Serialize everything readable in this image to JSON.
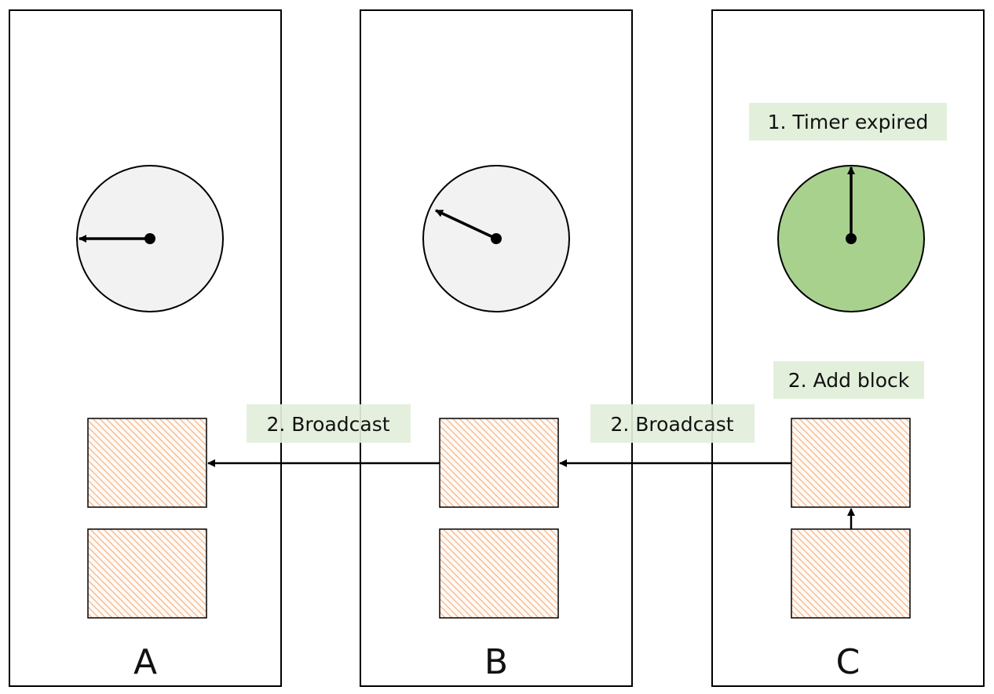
{
  "nodes": [
    {
      "label": "A",
      "clock_state": "running",
      "blocks": 2
    },
    {
      "label": "B",
      "clock_state": "running",
      "blocks": 2
    },
    {
      "label": "C",
      "clock_state": "expired",
      "blocks": 2
    }
  ],
  "labels": {
    "timer_expired": "1. Timer expired",
    "add_block": "2. Add block",
    "broadcast_bc": "2. Broadcast",
    "broadcast_ab": "2. Broadcast"
  },
  "colors": {
    "clock_running": "#f2f2f2",
    "clock_expired": "#a9d18e",
    "label_bg": "#e2efda",
    "block_hatch": "#f4b183",
    "stroke": "#000000"
  }
}
